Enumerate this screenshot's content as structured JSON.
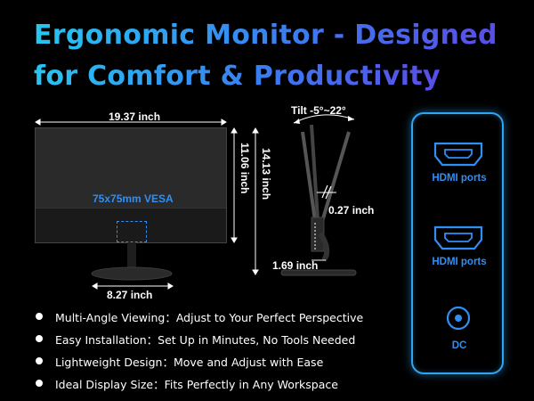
{
  "title": {
    "line1": "Ergonomic Monitor - Designed",
    "line2": "for Comfort & Productivity"
  },
  "dimensions": {
    "width": "19.37 inch",
    "height_screen": "11.06 inch",
    "height_total": "14.13 inch",
    "stand_width": "8.27 inch",
    "vesa": "75x75mm VESA",
    "tilt": "Tilt -5°~22°",
    "thickness": "0.27 inch",
    "stand_depth": "1.69 inch"
  },
  "features": [
    "Multi-Angle Viewing：Adjust to Your Perfect Perspective",
    "Easy Installation：Set Up in Minutes, No Tools Needed",
    "Lightweight Design：Move and Adjust with Ease",
    "Ideal Display Size：Fits Perfectly in Any Workspace"
  ],
  "ports": [
    {
      "icon": "hdmi-port-icon",
      "label": "HDMI ports"
    },
    {
      "icon": "hdmi-port-icon",
      "label": "HDMI ports"
    },
    {
      "icon": "dc-port-icon",
      "label": "DC"
    }
  ],
  "colors": {
    "accent": "#2f8ff5",
    "title_gradient_start": "#26c6f2",
    "title_gradient_end": "#5a4de8"
  }
}
